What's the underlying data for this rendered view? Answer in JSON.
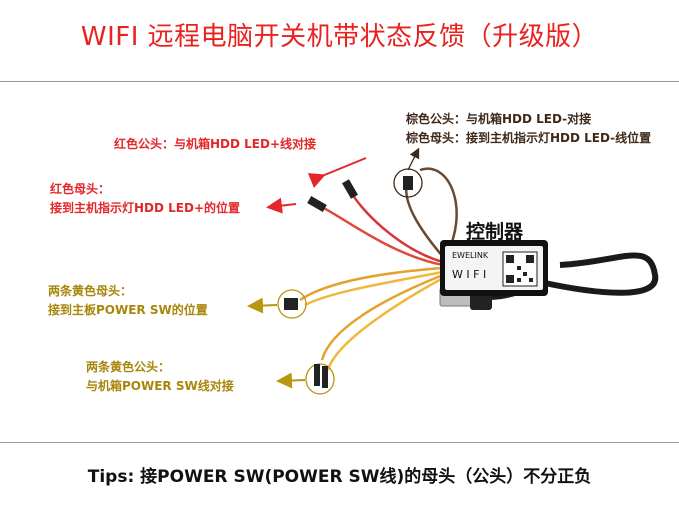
{
  "title": "WIFI 远程电脑开关机带状态反馈（升级版）",
  "labels": {
    "red_male": "红色公头：与机箱HDD LED+线对接",
    "red_female_1": "红色母头：",
    "red_female_2": "接到主机指示灯HDD LED+的位置",
    "brown_male": "棕色公头：与机箱HDD LED-对接",
    "brown_female": "棕色母头：接到主机指示灯HDD LED-线位置",
    "controller": "控制器",
    "yellow_female_1": "两条黄色母头：",
    "yellow_female_2": "接到主板POWER SW的位置",
    "yellow_male_1": "两条黄色公头：",
    "yellow_male_2": "与机箱POWER SW线对接"
  },
  "device": {
    "brand": "EWELINK",
    "label": "W I F I"
  },
  "tips": "Tips:  接POWER SW(POWER SW线)的母头（公头）不分正负",
  "colors": {
    "title_red": "#e8231f",
    "arrow_red": "#e3272a",
    "arrow_yellow": "#b8960e",
    "text_brown": "#3e2a1b"
  }
}
